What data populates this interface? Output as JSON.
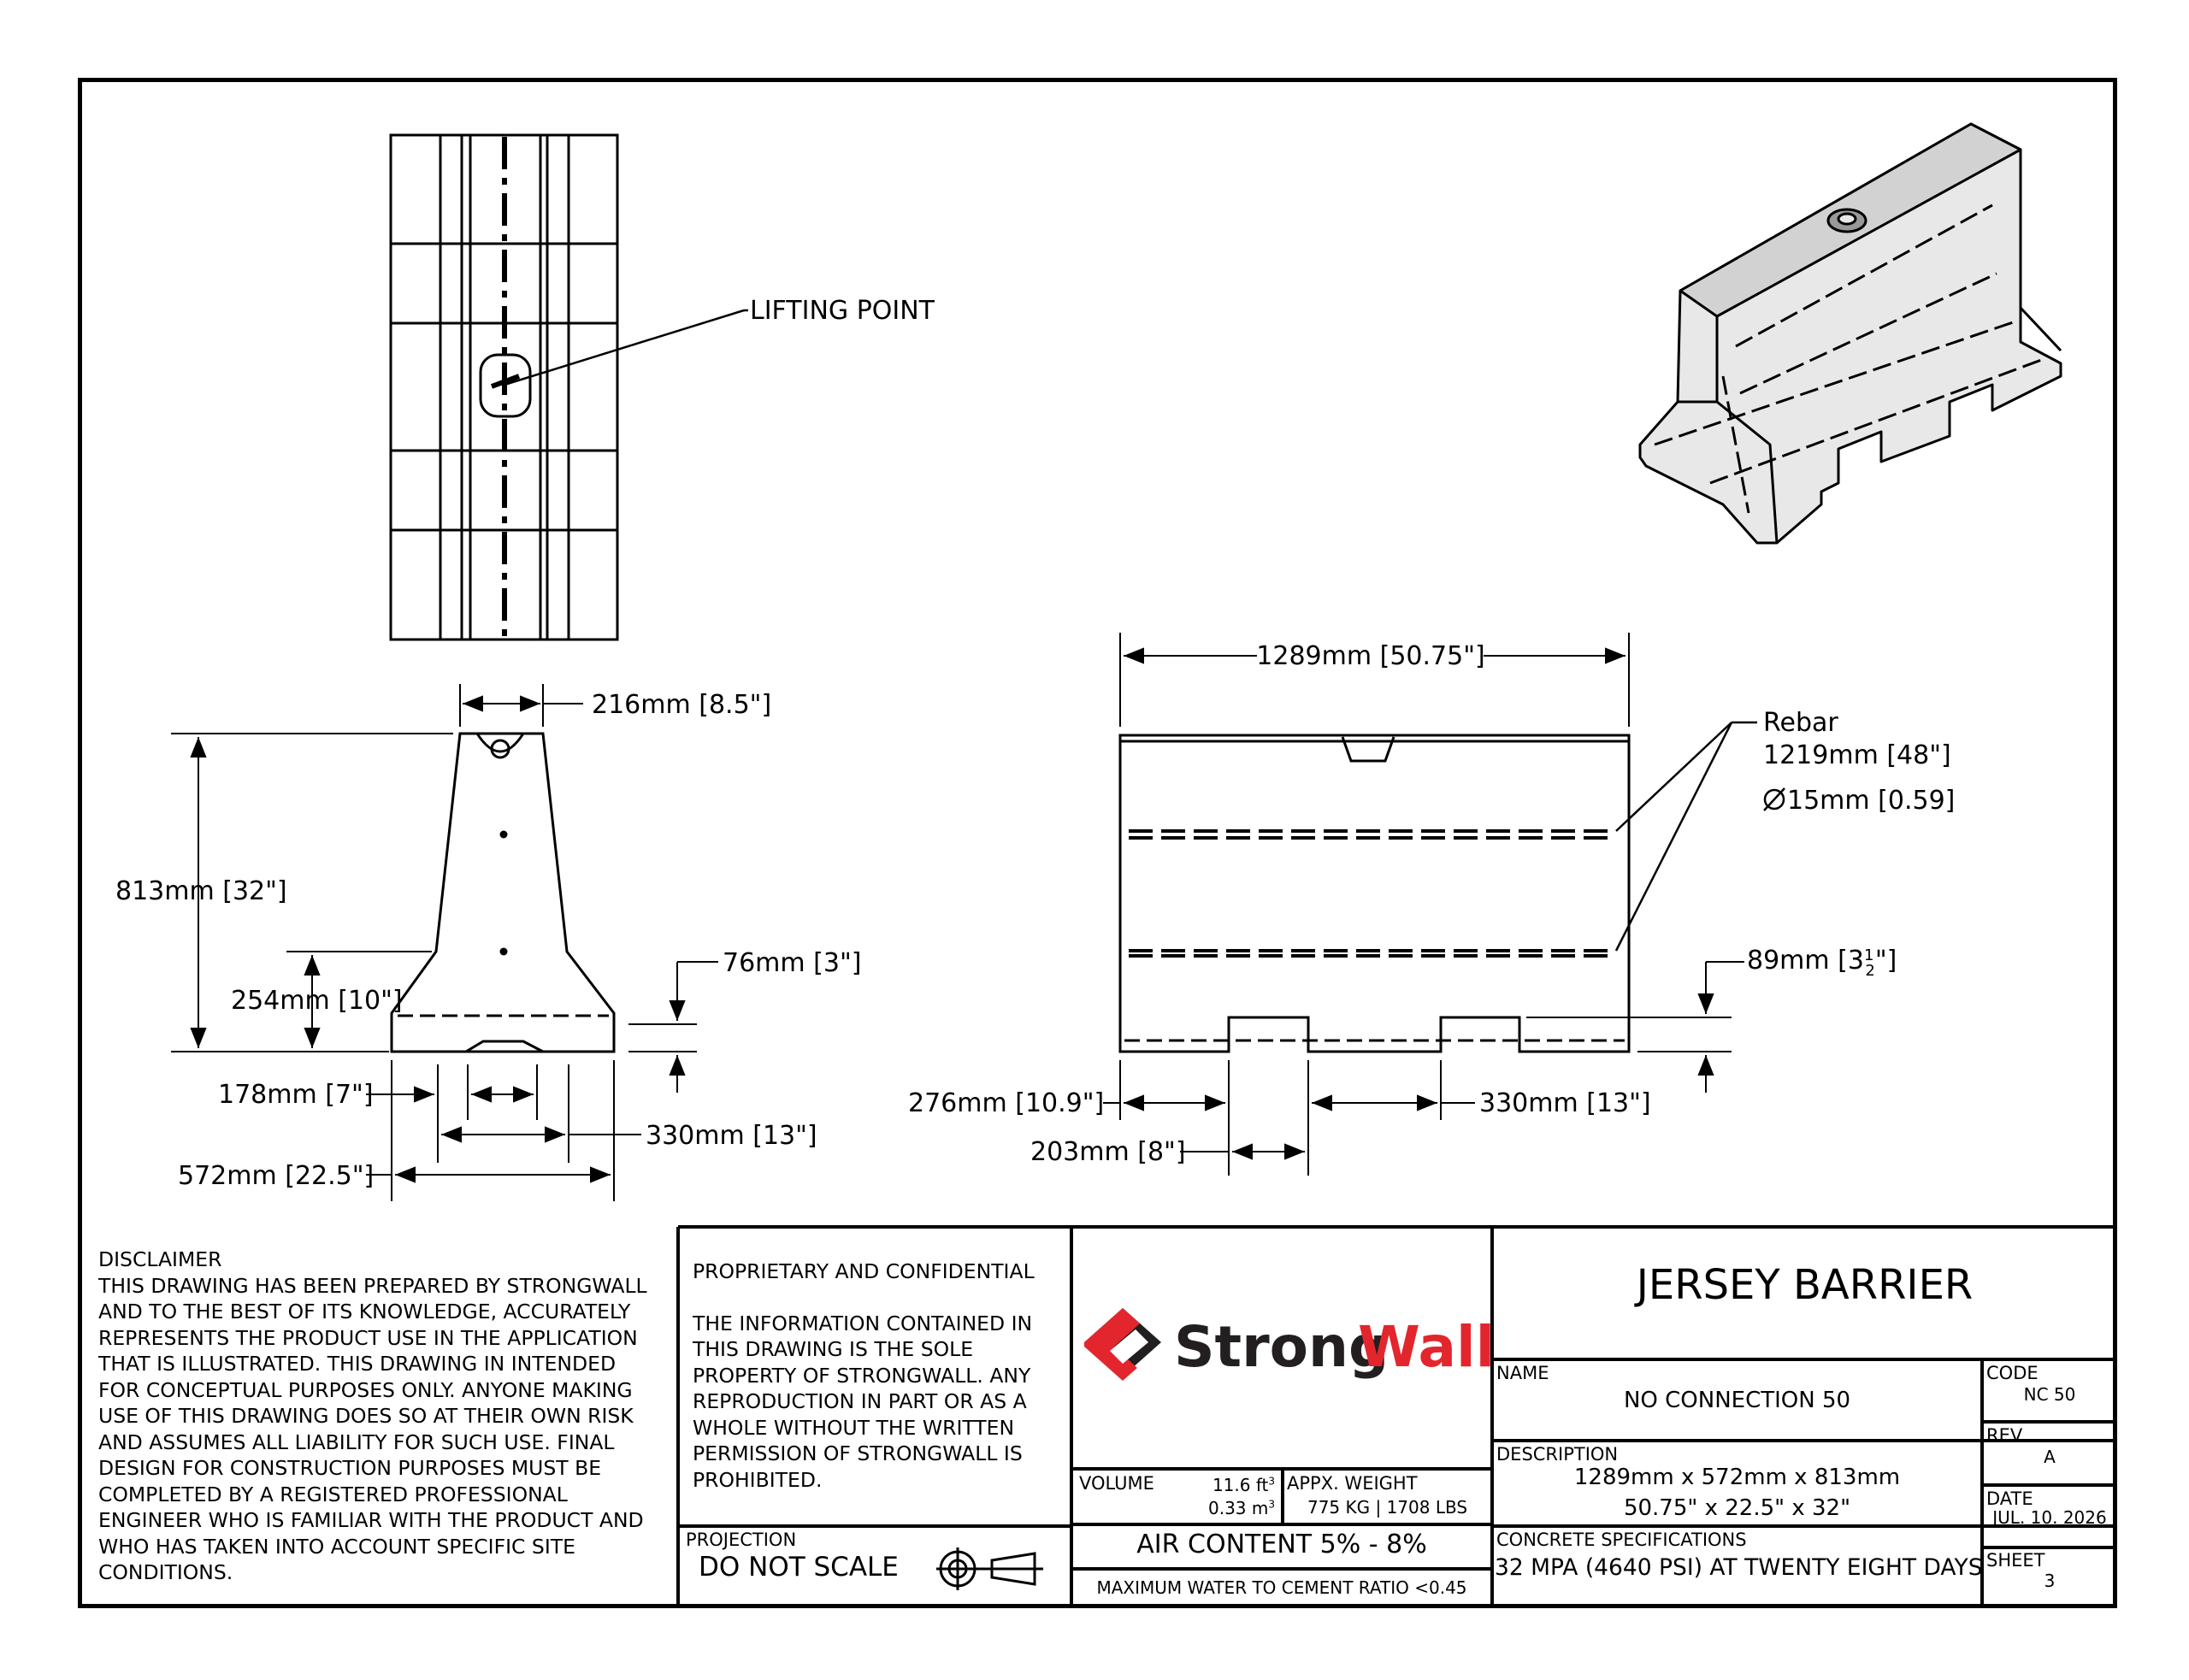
{
  "drawing": {
    "lifting_point": "LIFTING POINT",
    "side": {
      "top_width": "216mm [8.5\"]",
      "height": "813mm [32\"]",
      "base_height": "254mm [10\"]",
      "foot_height": "76mm [3\"]",
      "slot_width": "178mm [7\"]",
      "inner_base": "330mm [13\"]",
      "base_width": "572mm [22.5\"]"
    },
    "front": {
      "length": "1289mm [50.75\"]",
      "rebar_title": "Rebar",
      "rebar_length": "1219mm [48\"]",
      "rebar_dia": "15mm [0.59]",
      "foot_height": "89mm [3",
      "foot_height_frac_num": "1",
      "foot_height_frac_den": "2",
      "foot_height_close": "\"]",
      "end_foot": "276mm [10.9\"]",
      "middle_span": "330mm [13\"]",
      "slot_width": "203mm [8\"]"
    }
  },
  "disclaimer": {
    "title": "DISCLAIMER",
    "lines": [
      "THIS DRAWING HAS BEEN PREPARED BY STRONGWALL",
      "AND TO THE BEST OF ITS KNOWLEDGE, ACCURATELY",
      "REPRESENTS THE PRODUCT USE IN THE APPLICATION",
      "THAT IS ILLUSTRATED. THIS DRAWING IN INTENDED",
      "FOR CONCEPTUAL PURPOSES ONLY. ANYONE MAKING",
      "USE OF THIS DRAWING DOES SO AT THEIR OWN RISK",
      "AND ASSUMES ALL LIABILITY FOR SUCH USE. FINAL",
      "DESIGN FOR CONSTRUCTION PURPOSES MUST BE",
      "COMPLETED BY A REGISTERED PROFESSIONAL",
      "ENGINEER WHO IS FAMILIAR WITH THE PRODUCT AND",
      "WHO HAS TAKEN INTO ACCOUNT SPECIFIC SITE",
      "CONDITIONS."
    ]
  },
  "proprietary": {
    "title": "PROPRIETARY AND CONFIDENTIAL",
    "lines": [
      "THE INFORMATION CONTAINED IN",
      "THIS DRAWING IS THE SOLE",
      "PROPERTY OF STRONGWALL. ANY",
      "REPRODUCTION IN PART OR AS A",
      "WHOLE WITHOUT THE WRITTEN",
      "PERMISSION OF STRONGWALL IS",
      "PROHIBITED."
    ]
  },
  "projection": {
    "label": "PROJECTION",
    "value": "DO NOT SCALE"
  },
  "logo": {
    "strong": "Strong",
    "wall": "Wall",
    "red": "#e3262e",
    "dark": "#231f20"
  },
  "volume": {
    "label": "VOLUME",
    "ft": "11.6  ft",
    "m": "0.33 m",
    "sup": "3"
  },
  "weight": {
    "label": "APPX. WEIGHT",
    "value": "775 KG | 1708 LBS"
  },
  "air": {
    "value": "AIR CONTENT 5% - 8%"
  },
  "water": {
    "value": "MAXIMUM WATER TO CEMENT RATIO <0.45"
  },
  "title": {
    "value": "JERSEY BARRIER"
  },
  "name": {
    "label": "NAME",
    "value": "NO CONNECTION 50"
  },
  "code": {
    "label": "CODE",
    "value": "NC 50"
  },
  "description": {
    "label": "DESCRIPTION",
    "line1": "1289mm x 572mm x 813mm",
    "line2": "50.75\" x 22.5\" x 32\""
  },
  "rev": {
    "label": "REV",
    "value": "A"
  },
  "date": {
    "label": "DATE",
    "value": "JUL. 10. 2026"
  },
  "concrete": {
    "label": "CONCRETE SPECIFICATIONS",
    "value": "32 MPA (4640 PSI) AT TWENTY EIGHT DAYS"
  },
  "sheet": {
    "label": "SHEET",
    "value": "3"
  }
}
